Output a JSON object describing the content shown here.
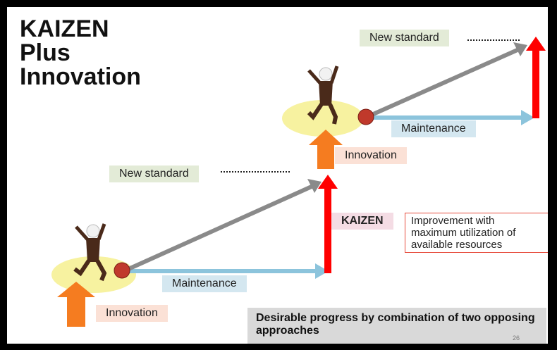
{
  "title": {
    "line1": "KAIZEN",
    "line2": "Plus",
    "line3": "Innovation"
  },
  "labels": {
    "new_standard_upper": "New standard",
    "new_standard_lower": "New standard",
    "maintenance_upper": "Maintenance",
    "maintenance_lower": "Maintenance",
    "innovation_upper": "Innovation",
    "innovation_lower": "Innovation",
    "kaizen": "KAIZEN"
  },
  "note": {
    "text": "Improvement with maximum utilization of available resources"
  },
  "footer": {
    "text": "Desirable progress by combination of two opposing approaches"
  },
  "page_number": "26",
  "colors": {
    "kaizen_arrow": "#ff0000",
    "innovation_arrow": "#f57c20",
    "maintenance_arrow": "#8cc4dc",
    "standard_arrow": "#8a8a8a",
    "ellipse": "#f7f2a0",
    "node": "#c0392b"
  }
}
